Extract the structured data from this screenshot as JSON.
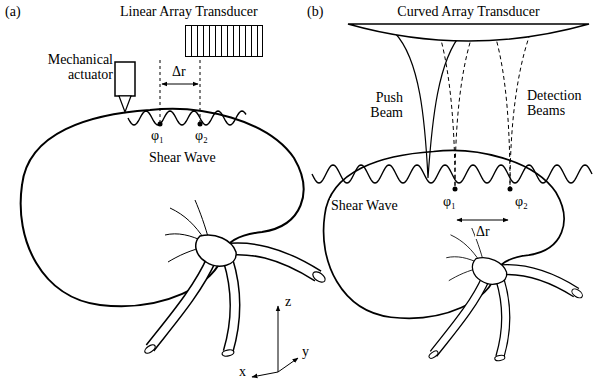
{
  "diagram": {
    "nodes": [
      {
        "text": [
          "Linear Array Transducer"
        ]
      },
      {
        "text": [
          "Curved Array Transducer"
        ]
      }
    ],
    "labels": [
      "(a)",
      "Mechanical actuator",
      "Δr",
      "φ₁",
      "φ₂",
      "Shear Wave",
      "(b)",
      "Push Beam",
      "Detection Beams",
      "φ₁",
      "φ₂",
      "Δr",
      "Shear Wave",
      "z",
      "x",
      "y"
    ]
  }
}
